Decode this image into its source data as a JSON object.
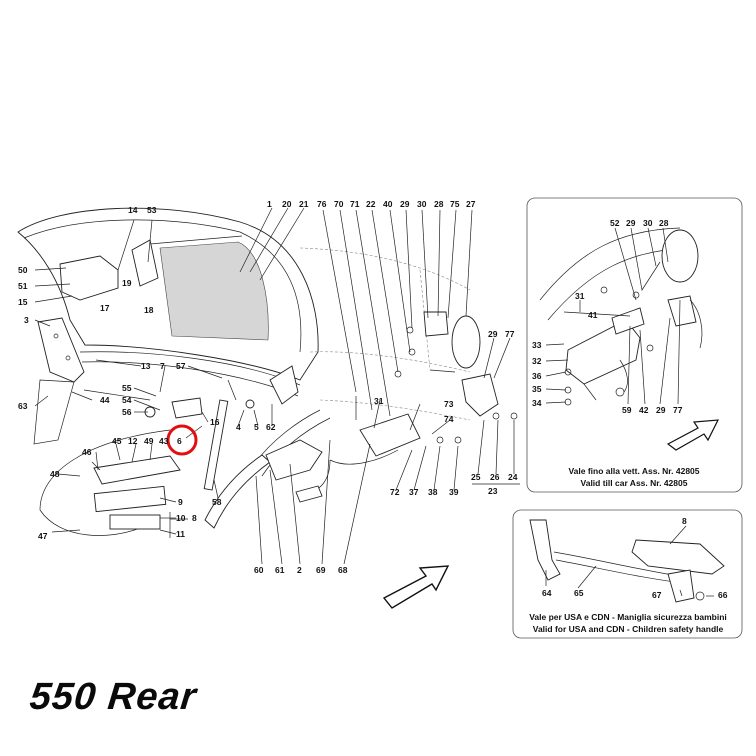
{
  "title": "550 Rear",
  "highlight_color": "#e01010",
  "highlighted_part": "6",
  "main_labels": {
    "l14": "14",
    "l53": "53",
    "l1": "1",
    "l20": "20",
    "l21": "21",
    "l76": "76",
    "l70": "70",
    "l71": "71",
    "l22": "22",
    "l40": "40",
    "l29": "29",
    "l30": "30",
    "l28": "28",
    "l75": "75",
    "l27": "27",
    "l50": "50",
    "l51": "51",
    "l15": "15",
    "l19": "19",
    "l17": "17",
    "l18": "18",
    "l3": "3",
    "l13": "13",
    "l7": "7",
    "l57": "57",
    "l55": "55",
    "l44": "44",
    "l63": "63",
    "l54": "54",
    "l56": "56",
    "l16": "16",
    "l4": "4",
    "l5": "5",
    "l62": "62",
    "l6": "6",
    "l45": "45",
    "l12": "12",
    "l49": "49",
    "l43": "43",
    "l46": "46",
    "l48": "48",
    "l9": "9",
    "l10": "10",
    "l8": "8",
    "l11": "11",
    "l47": "47",
    "l58": "58",
    "l60": "60",
    "l61": "61",
    "l2": "2",
    "l69": "69",
    "l68": "68",
    "l31": "31",
    "l73": "73",
    "l74": "74",
    "l29b": "29",
    "l77": "77",
    "l72": "72",
    "l37": "37",
    "l38": "38",
    "l39": "39",
    "l25": "25",
    "l26": "26",
    "l24": "24",
    "l23": "23"
  },
  "inset_top": {
    "labels": {
      "l52": "52",
      "l29": "29",
      "l30": "30",
      "l28": "28",
      "l31": "31",
      "l41": "41",
      "l33": "33",
      "l32": "32",
      "l36": "36",
      "l35": "35",
      "l34": "34",
      "l59": "59",
      "l42": "42",
      "l29b": "29",
      "l77": "77"
    },
    "caption_it": "Vale fino alla vett. Ass. Nr. 42805",
    "caption_en": "Valid till car Ass. Nr. 42805"
  },
  "inset_bottom": {
    "labels": {
      "l8": "8",
      "l64": "64",
      "l65": "65",
      "l67": "67",
      "l66": "66"
    },
    "caption_it": "Vale per USA e CDN - Maniglia sicurezza bambini",
    "caption_en": "Valid for USA and CDN - Children safety handle"
  }
}
